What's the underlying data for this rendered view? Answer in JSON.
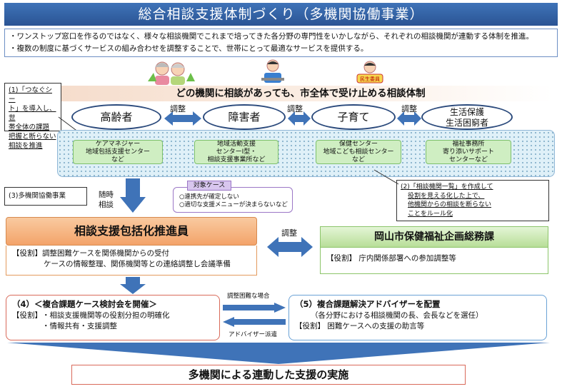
{
  "title": "総合相談支援体制づくり（多機関協働事業）",
  "intro": [
    "・ワンストップ窓口を作るのではなく、様々な相談機関でこれまで培ってきた各分野の専門性をいかしながら、それぞれの相談機関が連動する体制を推進。",
    "・複数の制度に基づくサービスの組み合わせを調整することで、世帯にとって最適なサービスを提供する。"
  ],
  "icons": {
    "minsei": "民生委員"
  },
  "banner": "どの機関に相談があっても、市全体で受け止める相談体制",
  "note1": [
    "(1)「つなぐシー",
    "ト」を導入し、世",
    "帯全体の課題",
    "把握と断らない",
    "相談を推進"
  ],
  "categories": [
    {
      "label": "高齢者"
    },
    {
      "label": "障害者"
    },
    {
      "label": "子育て"
    },
    {
      "label": "生活保護",
      "label2": "生活困窮者"
    }
  ],
  "adjust": "調整",
  "agencies": [
    [
      "ケアマネジャー",
      "地域包括支援センター",
      "など"
    ],
    [
      "地域活動支援",
      "センターⅠ型・",
      "相談支援事業所など"
    ],
    [
      "保健センター",
      "地域こども相談センター",
      "など"
    ],
    [
      "福祉事務所",
      "寄り添いサポート",
      "センターなど"
    ]
  ],
  "note3": "(3)多機関協働事業",
  "zuiji": [
    "随時",
    "相談"
  ],
  "target": {
    "title": "対象ケース",
    "items": [
      "○連携先が確定しない",
      "○適切な支援メニューが決まらないなど"
    ]
  },
  "note2": [
    "(2)「相談機関一覧」を作成して",
    "役割を見える化した上で、",
    "他機関からの相談を断らない",
    "ことをルール化"
  ],
  "promoter": {
    "title": "相談支援包括化推進員",
    "role": [
      "【役割】調整困難ケースを関係機関からの受付",
      "ケースの情報整理、関係機関等との連絡調整し会議準備"
    ]
  },
  "adjust2": "調整",
  "okayama": {
    "title": "岡山市保健福祉企画総務課",
    "role": "【役割】 庁内関係部署への参加調整等"
  },
  "box4": {
    "title": "（4）＜複合課題ケース検討会を開催＞",
    "role_label": "【役割】",
    "roles": [
      "・相談支援機関等の役割分担の明確化",
      "・情報共有・支援調整"
    ]
  },
  "arrow_top": "調整困難な場合",
  "arrow_bottom": "アドバイザー派遣",
  "box5": {
    "title": "（5）複合課題解決アドバイザーを配置",
    "sub": "（各分野における相談機関の長、会長などを選任）",
    "role": "【役割】 困難ケースへの支援の助言等"
  },
  "final": "多機関による連動した支援の実施",
  "colors": {
    "title": "#2f5e9f",
    "promoter": "#f4a86d",
    "okayama": "#b8de98",
    "box4": "#d96a5a",
    "box5": "#6aa2d6"
  }
}
